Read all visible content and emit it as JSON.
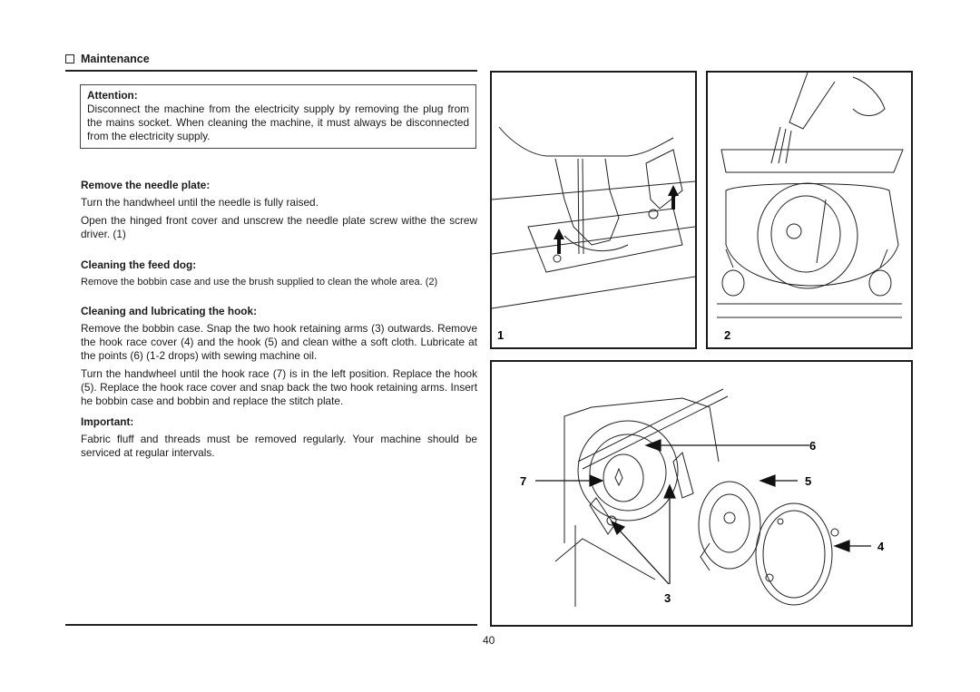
{
  "section": {
    "title": "Maintenance"
  },
  "attention": {
    "title": "Attention:",
    "body": "Disconnect the machine from the electricity supply by removing the plug from the mains socket. When cleaning the machine, it must always be disconnected from the electricity supply."
  },
  "needle_plate": {
    "heading": "Remove the needle plate:",
    "p1": "Turn the handwheel until the needle is fully raised.",
    "p2": "Open the hinged front cover and unscrew the needle plate screw withe the screw driver. (1)"
  },
  "feed_dog": {
    "heading": "Cleaning the feed dog:",
    "p1": "Remove the bobbin case and use the brush supplied to clean the whole area. (2)"
  },
  "hook": {
    "heading": "Cleaning and lubricating the hook:",
    "p1": "Remove the bobbin case. Snap the two hook retaining arms (3) outwards. Remove the hook race cover (4) and the hook (5) and clean withe a soft cloth. Lubricate at the points (6) (1-2 drops) with sewing machine oil.",
    "p2": "Turn the handwheel until the hook race (7) is in the left position. Replace the hook (5). Replace the hook race cover and snap back the two hook retaining arms. Insert he bobbin case and bobbin and replace the stitch plate."
  },
  "important": {
    "heading": "Important:",
    "p1": "Fabric fluff and threads must be removed regularly. Your machine should be serviced at regular intervals."
  },
  "figures": {
    "fig1_label": "1",
    "fig2_label": "2",
    "callouts": {
      "c6": "6",
      "c7": "7",
      "c5": "5",
      "c4": "4",
      "c3": "3"
    }
  },
  "page_number": "40"
}
